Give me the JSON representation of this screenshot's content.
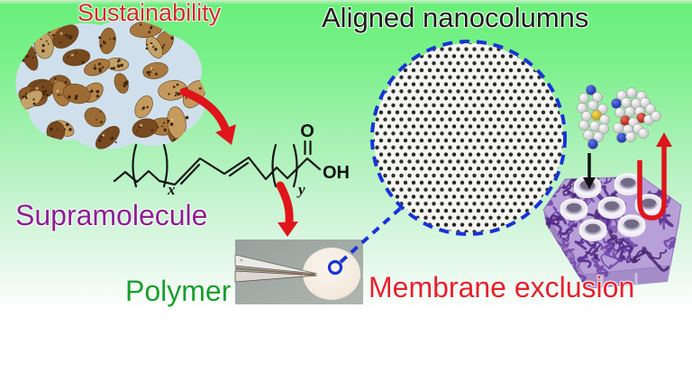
{
  "figure": {
    "labels": {
      "sustainability": "Sustainability",
      "aligned_nanocolumns": "Aligned nanocolumns",
      "supramolecule": "Supramolecule",
      "polymer": "Polymer",
      "membrane_exclusion": "Membrane exclusion"
    },
    "chemical_structure": {
      "subscript_x": "x",
      "subscript_y": "y",
      "carbonyl_oxygen": "O",
      "hydroxyl_group": "OH"
    },
    "icons": {
      "process_arrow_1": "curved-red-arrow",
      "process_arrow_2": "curved-red-arrow",
      "permeate_arrow": "straight-black-arrow",
      "reject_arrow": "red-u-turn-arrow",
      "zoom_link": "blue-dashed-magnifier-line"
    },
    "colors": {
      "background_top": "#6aef7a",
      "background_bottom": "#ffffff",
      "sustainability_text": "#d2282e",
      "aligned_text": "#1c1c1c",
      "supramolecule_text": "#8d1f93",
      "polymer_text": "#17a02c",
      "membrane_exclusion_text": "#e8202b",
      "arrow_red": "#e0151c",
      "tem_border_blue": "#1733d8",
      "membrane_purple": "#b7a0d8"
    }
  }
}
